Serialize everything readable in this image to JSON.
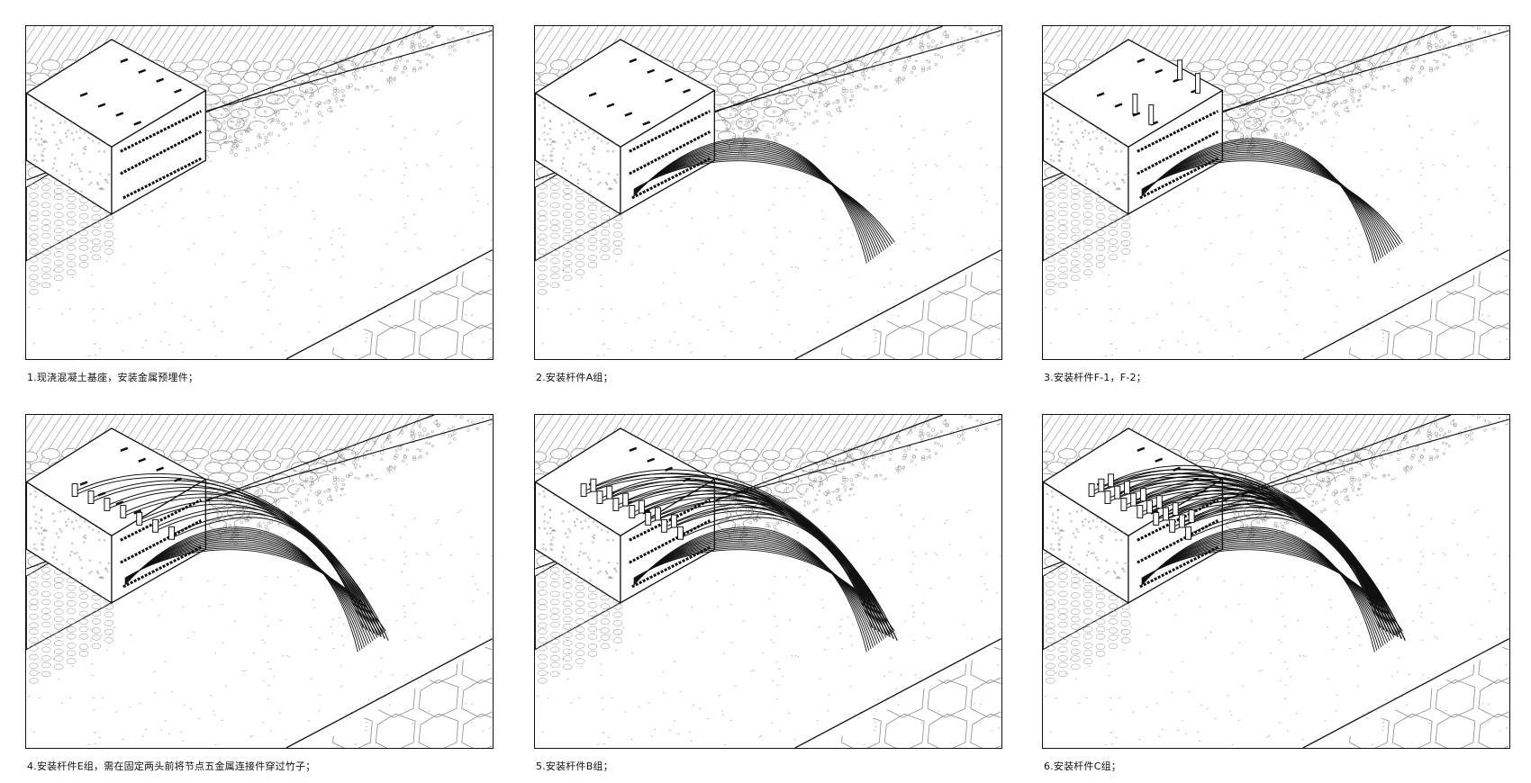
{
  "steps": [
    {
      "caption": "1.现浇混凝土基座，安装金属预埋件；",
      "stage": 1
    },
    {
      "caption": "2.安装杆件A组；",
      "stage": 2
    },
    {
      "caption": "3.安装杆件F-1，F-2；",
      "stage": 3
    },
    {
      "caption": "4.安装杆件E组，需在固定两头前将节点五金属连接件穿过竹子；",
      "stage": 4
    },
    {
      "caption": "5.安装杆件B组；",
      "stage": 5
    },
    {
      "caption": "6.安装杆件C组；",
      "stage": 6
    }
  ],
  "colors": {
    "line": "#111111",
    "texture": "#8a8a8a",
    "paper": "#ffffff"
  }
}
